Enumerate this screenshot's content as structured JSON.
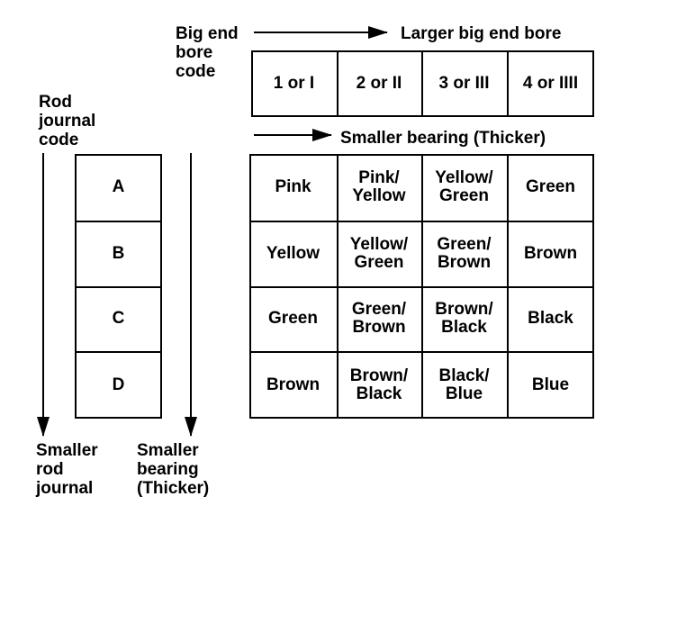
{
  "labels": {
    "big_end_bore_code": "Big end\nbore\ncode",
    "larger_bore": "Larger big end bore",
    "rod_journal_code": "Rod\njournal\ncode",
    "smaller_bearing_top": "Smaller bearing (Thicker)",
    "smaller_rod_journal": "Smaller\nrod\njournal",
    "smaller_bearing_bottom": "Smaller\nbearing\n(Thicker)"
  },
  "bore_codes": [
    "1 or I",
    "2 or II",
    "3 or III",
    "4 or IIII"
  ],
  "journal_codes": [
    "A",
    "B",
    "C",
    "D"
  ],
  "bearing_colors": [
    [
      "Pink",
      "Pink/\nYellow",
      "Yellow/\nGreen",
      "Green"
    ],
    [
      "Yellow",
      "Yellow/\nGreen",
      "Green/\nBrown",
      "Brown"
    ],
    [
      "Green",
      "Green/\nBrown",
      "Brown/\nBlack",
      "Black"
    ],
    [
      "Brown",
      "Brown/\nBlack",
      "Black/\nBlue",
      "Blue"
    ]
  ]
}
